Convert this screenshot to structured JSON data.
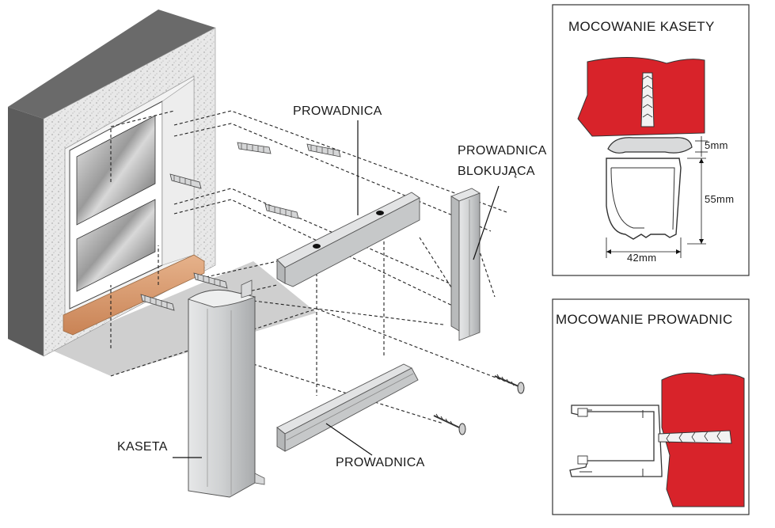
{
  "labels": {
    "prowadnica_top": "PROWADNICA",
    "prowadnica_blokujaca_1": "PROWADNICA",
    "prowadnica_blokujaca_2": "BLOKUJĄCA",
    "kaseta": "KASETA",
    "prowadnica_bottom": "PROWADNICA"
  },
  "inset_kaseta": {
    "title": "MOCOWANIE KASETY",
    "dim_gap": "5mm",
    "dim_height": "55mm",
    "dim_width": "42mm"
  },
  "inset_prowadnic": {
    "title": "MOCOWANIE PROWADNIC"
  },
  "colors": {
    "wall_red": "#d8232a",
    "sill": "#d99a6c",
    "wall_dark": "#5c5c5c",
    "metal": "#c9cbcc"
  }
}
